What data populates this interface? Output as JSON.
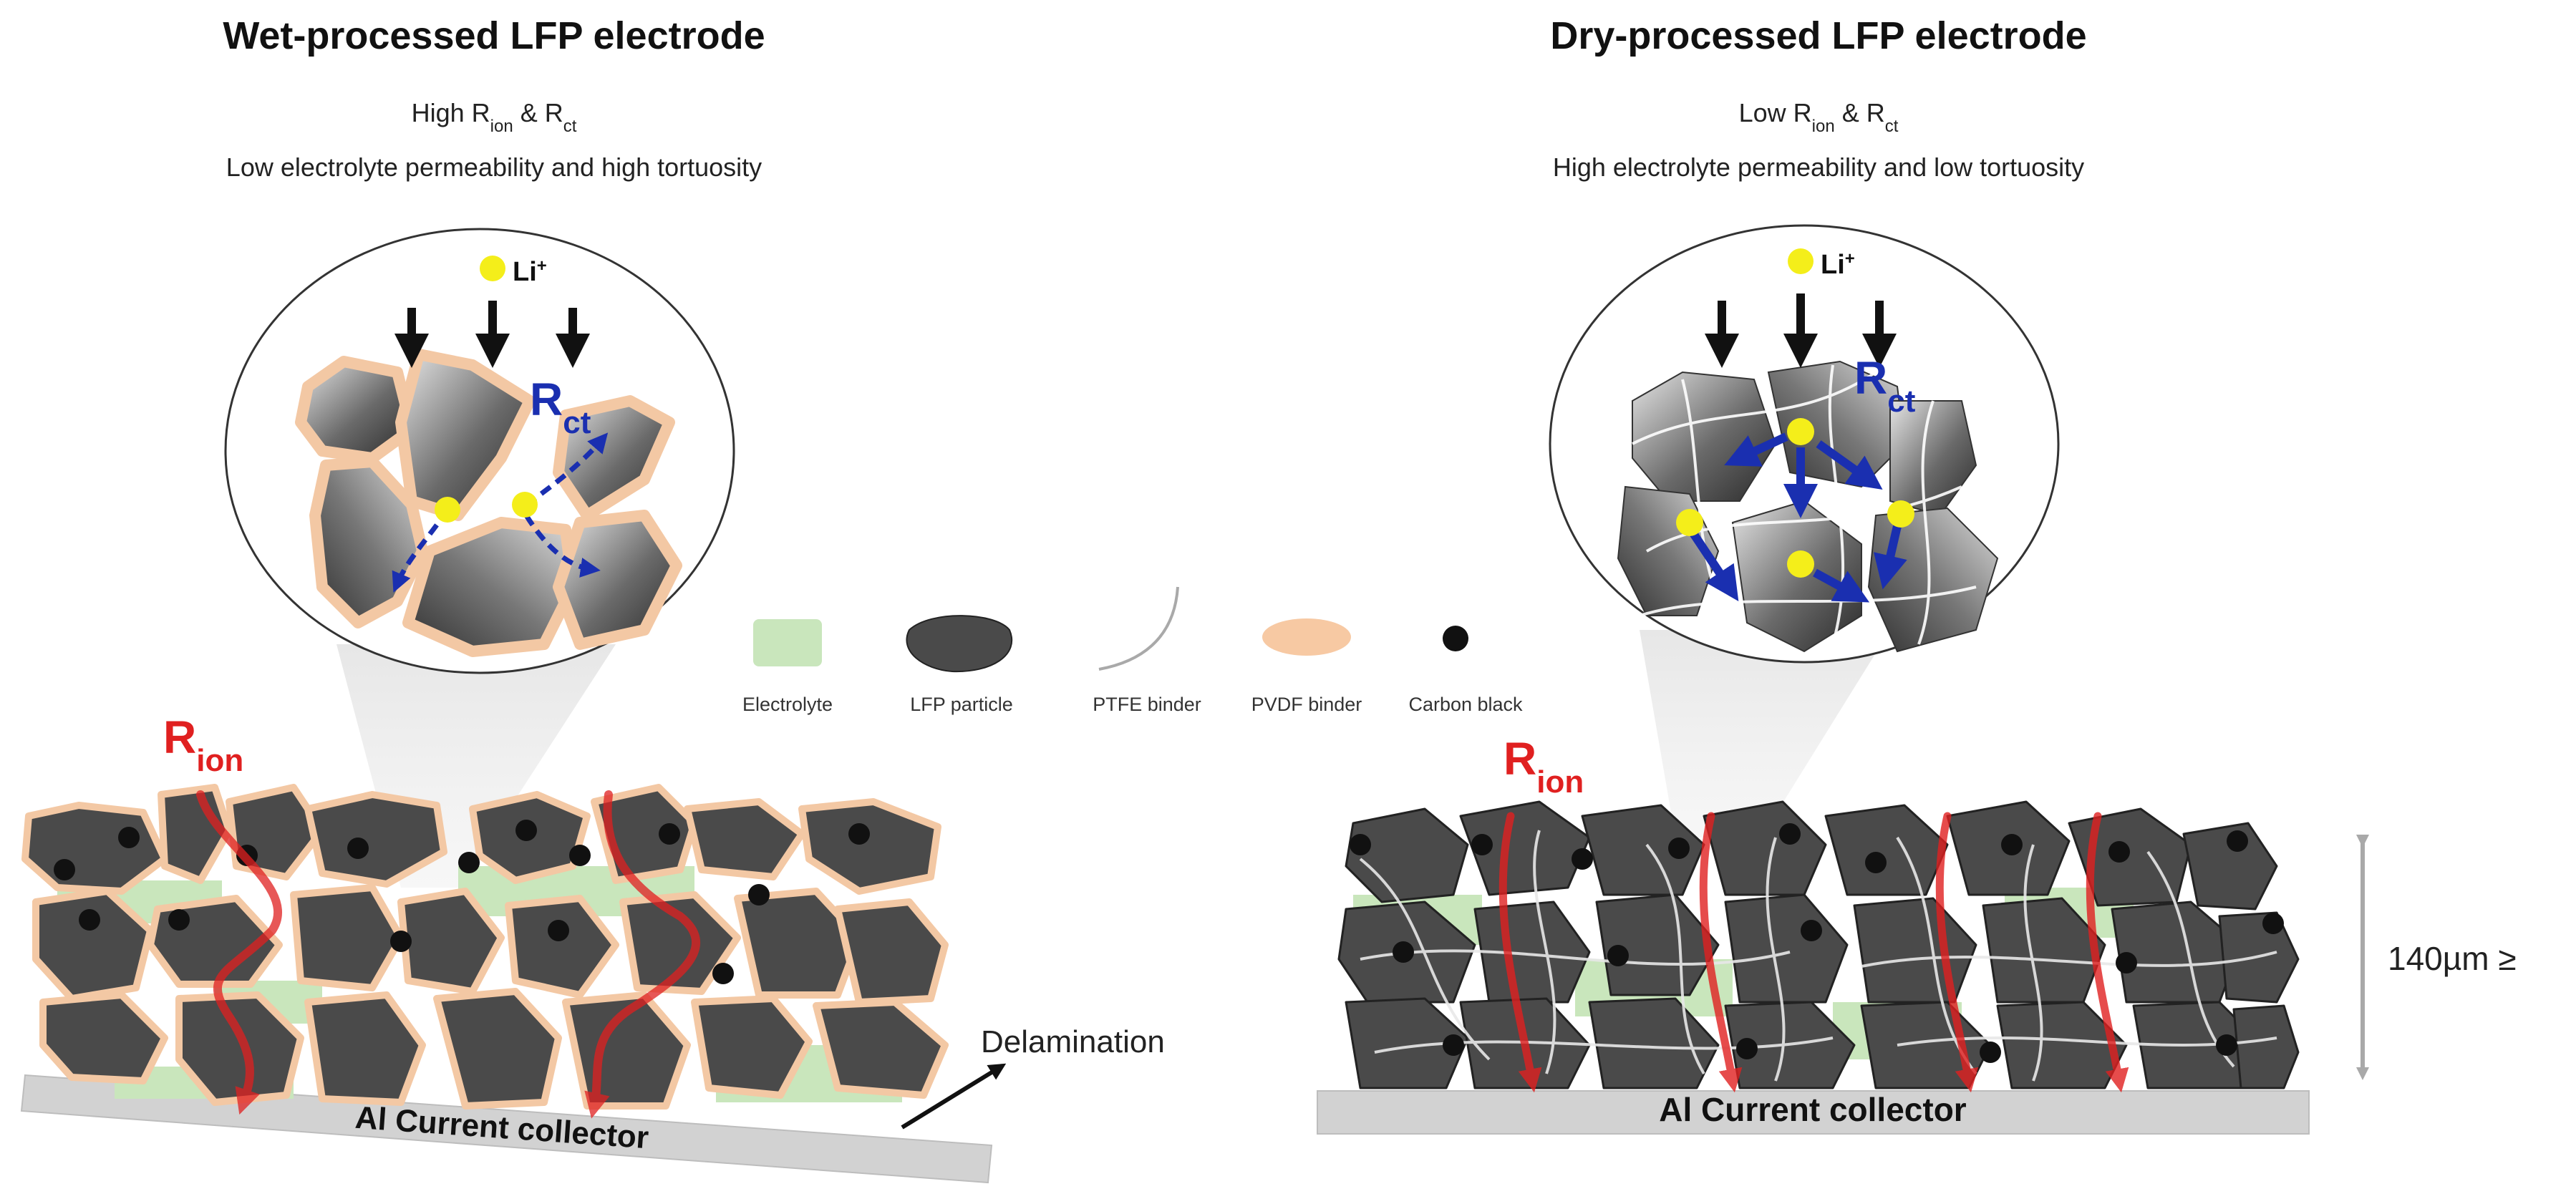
{
  "wet": {
    "title": "Wet-processed LFP electrode",
    "resistance_prefix": "High R",
    "ion_sub": "ion",
    "amp": " & ",
    "rct_r": "R",
    "ct_sub": "ct",
    "description": "Low electrolyte permeability and high tortuosity",
    "li_label": "Li",
    "li_sup": "+",
    "rct_label": "R",
    "rct_sub": "ct",
    "rion_label": "R",
    "rion_sub": "ion",
    "delamination": "Delamination",
    "collector": "Al Current collector"
  },
  "dry": {
    "title": "Dry-processed LFP electrode",
    "resistance_prefix": "Low R",
    "ion_sub": "ion",
    "amp": " & ",
    "rct_r": "R",
    "ct_sub": "ct",
    "description": "High electrolyte permeability and low tortuosity",
    "li_label": "Li",
    "li_sup": "+",
    "rct_label": "R",
    "rct_sub": "ct",
    "rion_label": "R",
    "rion_sub": "ion",
    "collector": "Al Current collector",
    "thickness": "140µm ≥"
  },
  "legend": {
    "items": [
      {
        "label": "Electrolyte",
        "icon": "electrolyte-swatch-icon"
      },
      {
        "label": "LFP particle",
        "icon": "lfp-particle-icon"
      },
      {
        "label": "PTFE binder",
        "icon": "ptfe-binder-icon"
      },
      {
        "label": "PVDF binder",
        "icon": "pvdf-binder-icon"
      },
      {
        "label": "Carbon black",
        "icon": "carbon-black-icon"
      }
    ]
  },
  "colors": {
    "particle": "#4a4a4a",
    "pvdf": "#f7c9a3",
    "electrolyte": "#c9e6bc",
    "carbon": "#111111",
    "rion": "#e02020",
    "rct": "#1a2fb0",
    "li": "#f4ee1a",
    "collector": "#d2d2d2"
  }
}
